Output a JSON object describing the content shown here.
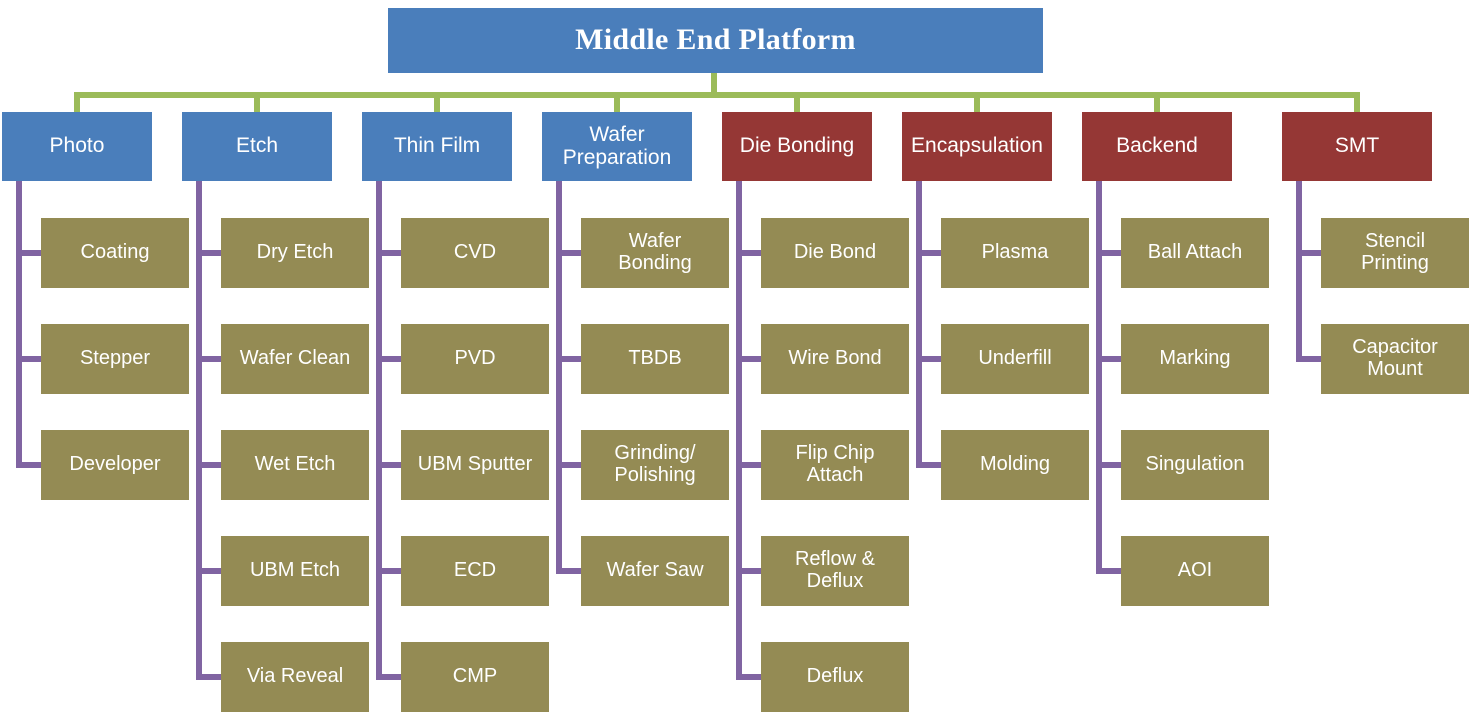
{
  "diagram": {
    "type": "organization-tree",
    "title": "Middle End Platform",
    "colors": {
      "root_box": "#4a7ebb",
      "level1_blue": "#4a7ebb",
      "level1_red": "#953735",
      "leaf_box": "#948b54",
      "level1_connector": "#9bbb59",
      "leaf_connector": "#8064a2",
      "text": "#ffffff",
      "background": "#ffffff"
    },
    "root": {
      "label": "Middle End Platform"
    },
    "columns": [
      {
        "label": "Photo",
        "color_key": "level1_blue",
        "children": [
          {
            "label": "Coating"
          },
          {
            "label": "Stepper"
          },
          {
            "label": "Developer"
          }
        ]
      },
      {
        "label": "Etch",
        "color_key": "level1_blue",
        "children": [
          {
            "label": "Dry Etch"
          },
          {
            "label": "Wafer Clean"
          },
          {
            "label": "Wet Etch"
          },
          {
            "label": "UBM Etch"
          },
          {
            "label": "Via Reveal"
          }
        ]
      },
      {
        "label": "Thin Film",
        "color_key": "level1_blue",
        "children": [
          {
            "label": "CVD"
          },
          {
            "label": "PVD"
          },
          {
            "label": "UBM Sputter"
          },
          {
            "label": "ECD"
          },
          {
            "label": "CMP"
          }
        ]
      },
      {
        "label": "Wafer\nPreparation",
        "color_key": "level1_blue",
        "children": [
          {
            "label": "Wafer\nBonding"
          },
          {
            "label": "TBDB"
          },
          {
            "label": "Grinding/\nPolishing"
          },
          {
            "label": "Wafer Saw"
          }
        ]
      },
      {
        "label": "Die Bonding",
        "color_key": "level1_red",
        "children": [
          {
            "label": "Die Bond"
          },
          {
            "label": "Wire Bond"
          },
          {
            "label": "Flip Chip\nAttach"
          },
          {
            "label": "Reflow &\nDeflux"
          },
          {
            "label": "Deflux"
          }
        ]
      },
      {
        "label": "Encapsulation",
        "color_key": "level1_red",
        "children": [
          {
            "label": "Plasma"
          },
          {
            "label": "Underfill"
          },
          {
            "label": "Molding"
          }
        ]
      },
      {
        "label": "Backend",
        "color_key": "level1_red",
        "children": [
          {
            "label": "Ball Attach"
          },
          {
            "label": "Marking"
          },
          {
            "label": "Singulation"
          },
          {
            "label": "AOI"
          }
        ]
      },
      {
        "label": "SMT",
        "color_key": "level1_red",
        "children": [
          {
            "label": "Stencil\nPrinting"
          },
          {
            "label": "Capacitor\nMount"
          }
        ]
      }
    ]
  }
}
